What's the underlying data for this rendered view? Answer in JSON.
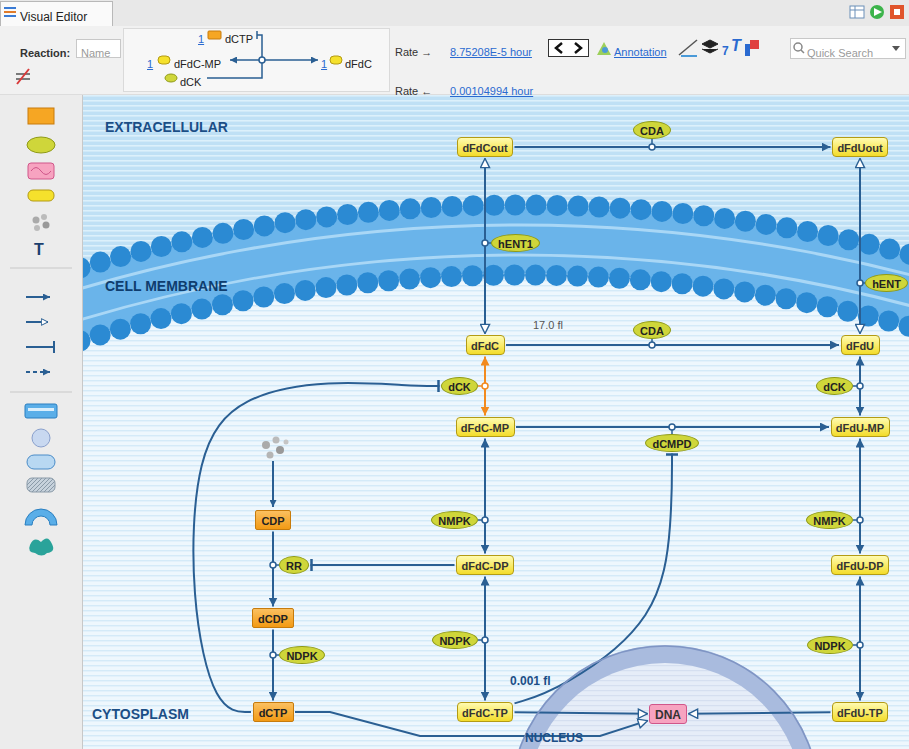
{
  "diagram": {
    "nodes": [
      {
        "text": [
          "dFdCout"
        ]
      },
      {
        "text": [
          "CDA"
        ]
      },
      {
        "text": [
          "dFdUout"
        ]
      },
      {
        "text": [
          "hENT1"
        ]
      },
      {
        "text": [
          "hENT"
        ]
      },
      {
        "text": [
          "dFdC"
        ]
      },
      {
        "text": [
          "CDA"
        ]
      },
      {
        "text": [
          "dFdU"
        ]
      },
      {
        "text": [
          "dCK"
        ]
      },
      {
        "text": [
          "dFdC-MP"
        ]
      },
      {
        "text": [
          "dCMPD"
        ]
      },
      {
        "text": [
          "dCK"
        ]
      },
      {
        "text": [
          "dFdU-MP"
        ]
      },
      {
        "text": [
          "CDP"
        ]
      },
      {
        "text": [
          "NMPK"
        ]
      },
      {
        "text": [
          "NMPK"
        ]
      },
      {
        "text": [
          "RR"
        ]
      },
      {
        "text": [
          "dFdC-DP"
        ]
      },
      {
        "text": [
          "dFdU-DP"
        ]
      },
      {
        "text": [
          "dCDP"
        ]
      },
      {
        "text": [
          "NDPK"
        ]
      },
      {
        "text": [
          "NDPK"
        ]
      },
      {
        "text": [
          "NDPK"
        ]
      },
      {
        "text": [
          "dCTP"
        ]
      },
      {
        "text": [
          "dFdC-TP"
        ]
      },
      {
        "text": [
          "NUCLEUS",
          "0.001 fl"
        ]
      },
      {
        "text": [
          "DNA"
        ],
        "in": 25
      },
      {
        "text": [
          "dFdU-TP"
        ]
      }
    ],
    "edges": [
      {
        "from": 0,
        "to": 2,
        "arrow": "to"
      },
      {
        "from": 5,
        "to": 0,
        "arrow": "both"
      },
      {
        "from": 7,
        "to": 2,
        "arrow": "both"
      },
      {
        "from": 5,
        "to": 7,
        "arrow": "to"
      },
      {
        "from": 5,
        "to": 9,
        "arrow": "both"
      },
      {
        "from": 7,
        "to": 12,
        "arrow": "both"
      },
      {
        "from": 9,
        "to": 12,
        "arrow": "to"
      },
      {
        "from": 9,
        "to": 17,
        "arrow": "both"
      },
      {
        "from": 17,
        "to": 24,
        "arrow": "both"
      },
      {
        "from": 12,
        "to": 18,
        "arrow": "both"
      },
      {
        "from": 18,
        "to": 27,
        "arrow": "both"
      },
      {
        "from": 17,
        "to": 16,
        "arrow": "to"
      },
      {
        "from": 24,
        "to": 10,
        "arrow": "to"
      },
      {
        "from": 23,
        "to": 8,
        "arrow": "to"
      },
      {
        "from": 13,
        "to": 19,
        "arrow": "to"
      },
      {
        "from": 19,
        "to": 23,
        "arrow": "to"
      },
      {
        "from": 23,
        "to": 26,
        "arrow": "to"
      },
      {
        "from": 24,
        "to": 26,
        "arrow": "to"
      },
      {
        "from": 27,
        "to": 26,
        "arrow": "to"
      }
    ],
    "labels": [
      "Visual Editor",
      "Reaction:",
      "Name",
      "1",
      "dCTP",
      "1",
      "dFdC-MP",
      "1",
      "dFdC",
      "dCK",
      "Rate →",
      "8.75208E-5 hour",
      "Rate ←",
      "0.00104994 hour",
      "Annotation",
      "7",
      "T",
      "Quick Search",
      "T",
      "EXTRACELLULAR",
      "CELL MEMBRANE",
      "CYTOSPLASM",
      "17.0 fl"
    ]
  }
}
